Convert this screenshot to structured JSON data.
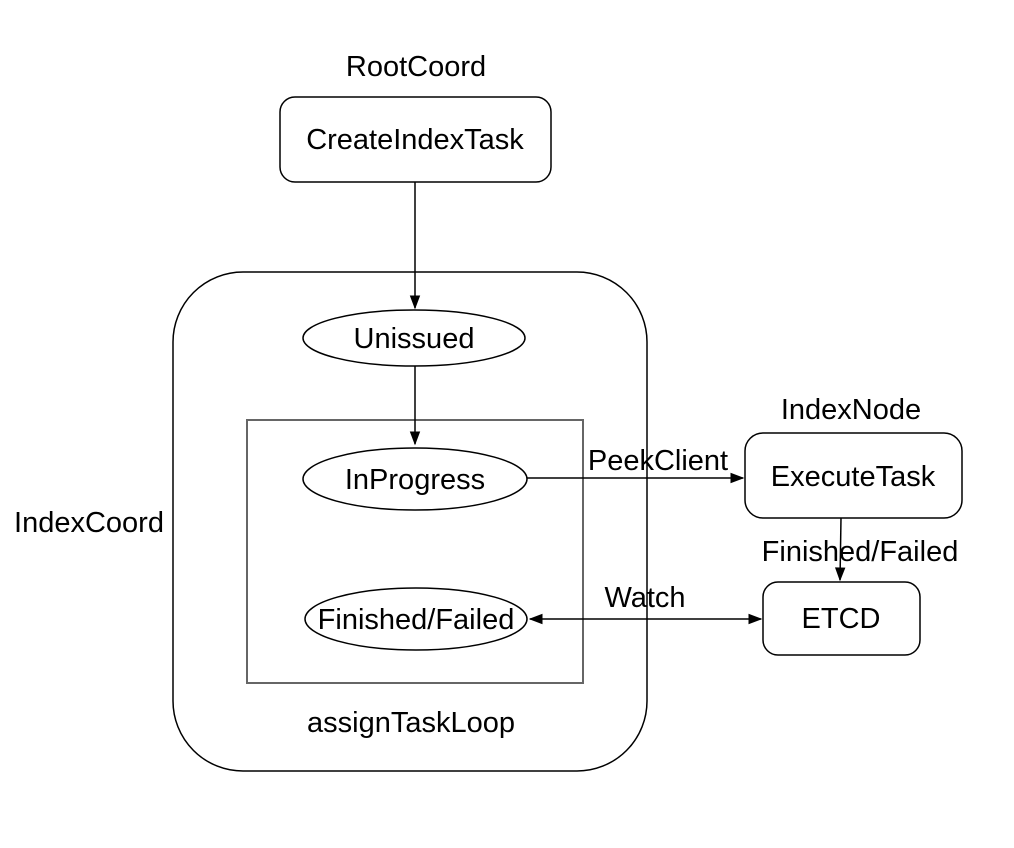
{
  "diagram": {
    "group_labels": {
      "root_coord": "RootCoord",
      "index_coord": "IndexCoord",
      "index_node": "IndexNode",
      "assign_task_loop": "assignTaskLoop"
    },
    "nodes": {
      "create_index_task": "CreateIndexTask",
      "unissued": "Unissued",
      "in_progress": "InProgress",
      "finished_failed": "Finished/Failed",
      "execute_task": "ExecuteTask",
      "etcd": "ETCD"
    },
    "edges": {
      "peek_client": "PeekClient",
      "watch": "Watch",
      "finished_failed": "Finished/Failed"
    },
    "colors": {
      "background": "#ffffff",
      "stroke": "#000000",
      "inner_box_stroke": "#666666",
      "text": "#000000"
    }
  }
}
